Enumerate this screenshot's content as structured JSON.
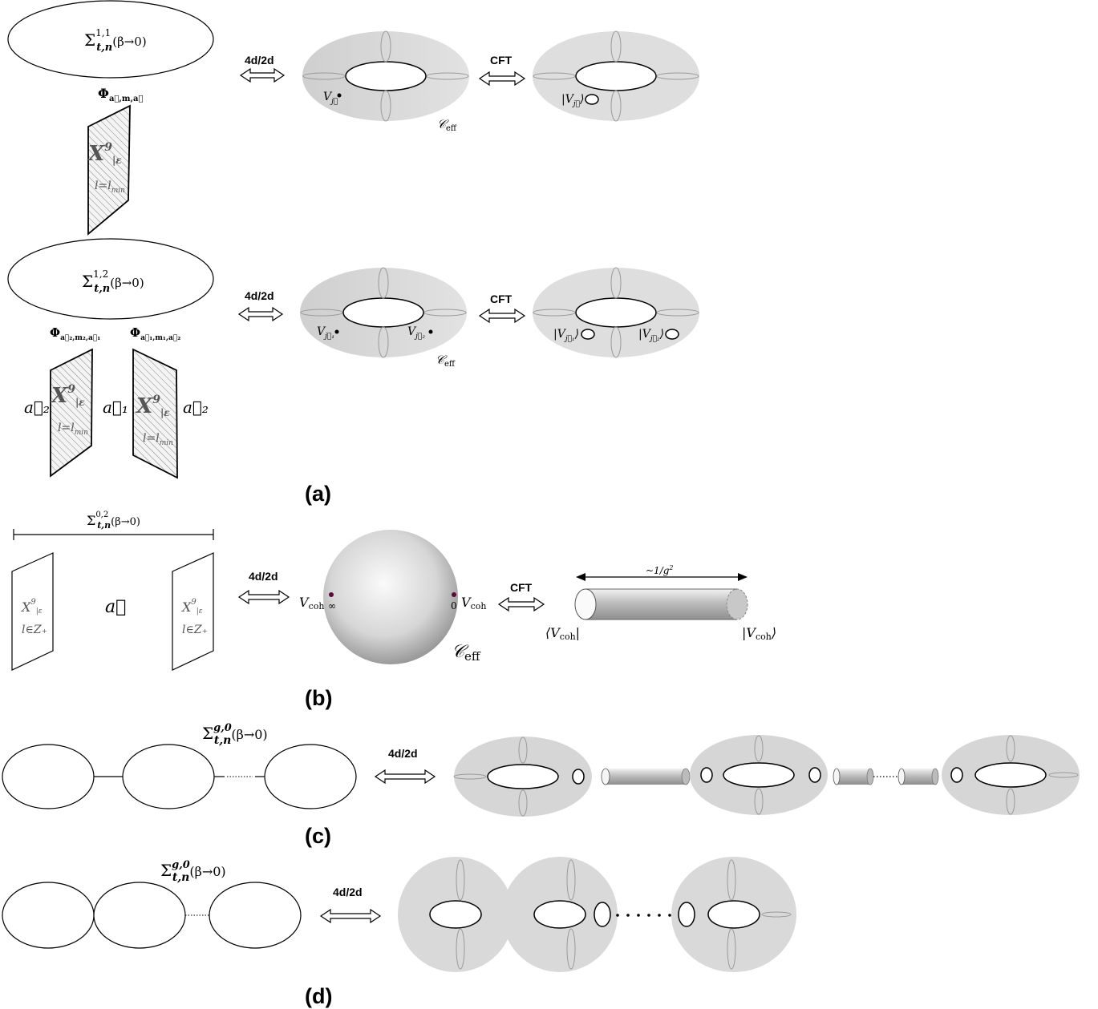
{
  "panels": {
    "a": "(a)",
    "b": "(b)",
    "c": "(c)",
    "d": "(d)"
  },
  "arrows": {
    "four_d_two_d": "4d/2d",
    "cft": "CFT"
  },
  "panel_a": {
    "top": {
      "sigma_base": "Σ",
      "sigma_sup": "1,1",
      "sigma_sub": "t,n",
      "sigma_arg": "(β→0)",
      "phi_label": "Φ",
      "phi_sub": "a⃗,m,a⃗",
      "sheet_x": "X",
      "sheet_x_sup": "9",
      "sheet_x_sub": "|ε",
      "sheet_l": "l=l",
      "sheet_l_sub": "min",
      "vertex_left": "V",
      "vertex_left_sub": "j⃗",
      "ceff": "𝒞",
      "ceff_sub": "eff",
      "state": "|V",
      "state_sub": "j⃗",
      "state_close": "⟩"
    },
    "bottom": {
      "sigma_base": "Σ",
      "sigma_sup": "1,2",
      "sigma_sub": "t,n",
      "sigma_arg": "(β→0)",
      "phi_left": "Φ",
      "phi_left_sub": "a⃗₂,m₂,a⃗₁",
      "phi_right": "Φ",
      "phi_right_sub": "a⃗₁,m₁,a⃗₂",
      "a2_left": "a⃗₂",
      "a1_mid": "a⃗₁",
      "a2_right": "a⃗₂",
      "sheet_x": "X",
      "sheet_x_sup": "9",
      "sheet_x_sub": "|ε",
      "sheet_l": "l=l",
      "sheet_l_sub": "min",
      "vertex_1": "V",
      "vertex_1_sub": "j⃗₁",
      "vertex_2": "V",
      "vertex_2_sub": "j⃗₂",
      "ceff": "𝒞",
      "ceff_sub": "eff",
      "state_1": "|V",
      "state_1_sub": "j⃗₁",
      "state_2": "|V",
      "state_2_sub": "j⃗₂",
      "state_close": "⟩"
    }
  },
  "panel_b": {
    "sigma_base": "Σ",
    "sigma_sup": "0,2",
    "sigma_sub": "t,n",
    "sigma_arg": "(β→0)",
    "sheet_x": "X",
    "sheet_x_sup": "9",
    "sheet_x_sub": "|ε",
    "sheet_l": "l∈Z₊",
    "a_vec": "a⃗",
    "vcoh_left": "V",
    "vcoh_left_sub": "coh",
    "vcoh_right": "V",
    "vcoh_right_sub": "coh",
    "infinity": "∞",
    "zero": "0",
    "ceff": "𝒞",
    "ceff_sub": "eff",
    "length": "~1/g",
    "length_sup": "2",
    "bra": "⟨V",
    "bra_sub": "coh",
    "bra_close": "|",
    "ket": "|V",
    "ket_sub": "coh",
    "ket_close": "⟩"
  },
  "panel_c": {
    "sigma_base": "Σ",
    "sigma_sup": "g,0",
    "sigma_sub": "t,n",
    "sigma_arg": "(β→0)"
  },
  "panel_d": {
    "sigma_base": "Σ",
    "sigma_sup": "g,0",
    "sigma_sub": "t,n",
    "sigma_arg": "(β→0)"
  }
}
